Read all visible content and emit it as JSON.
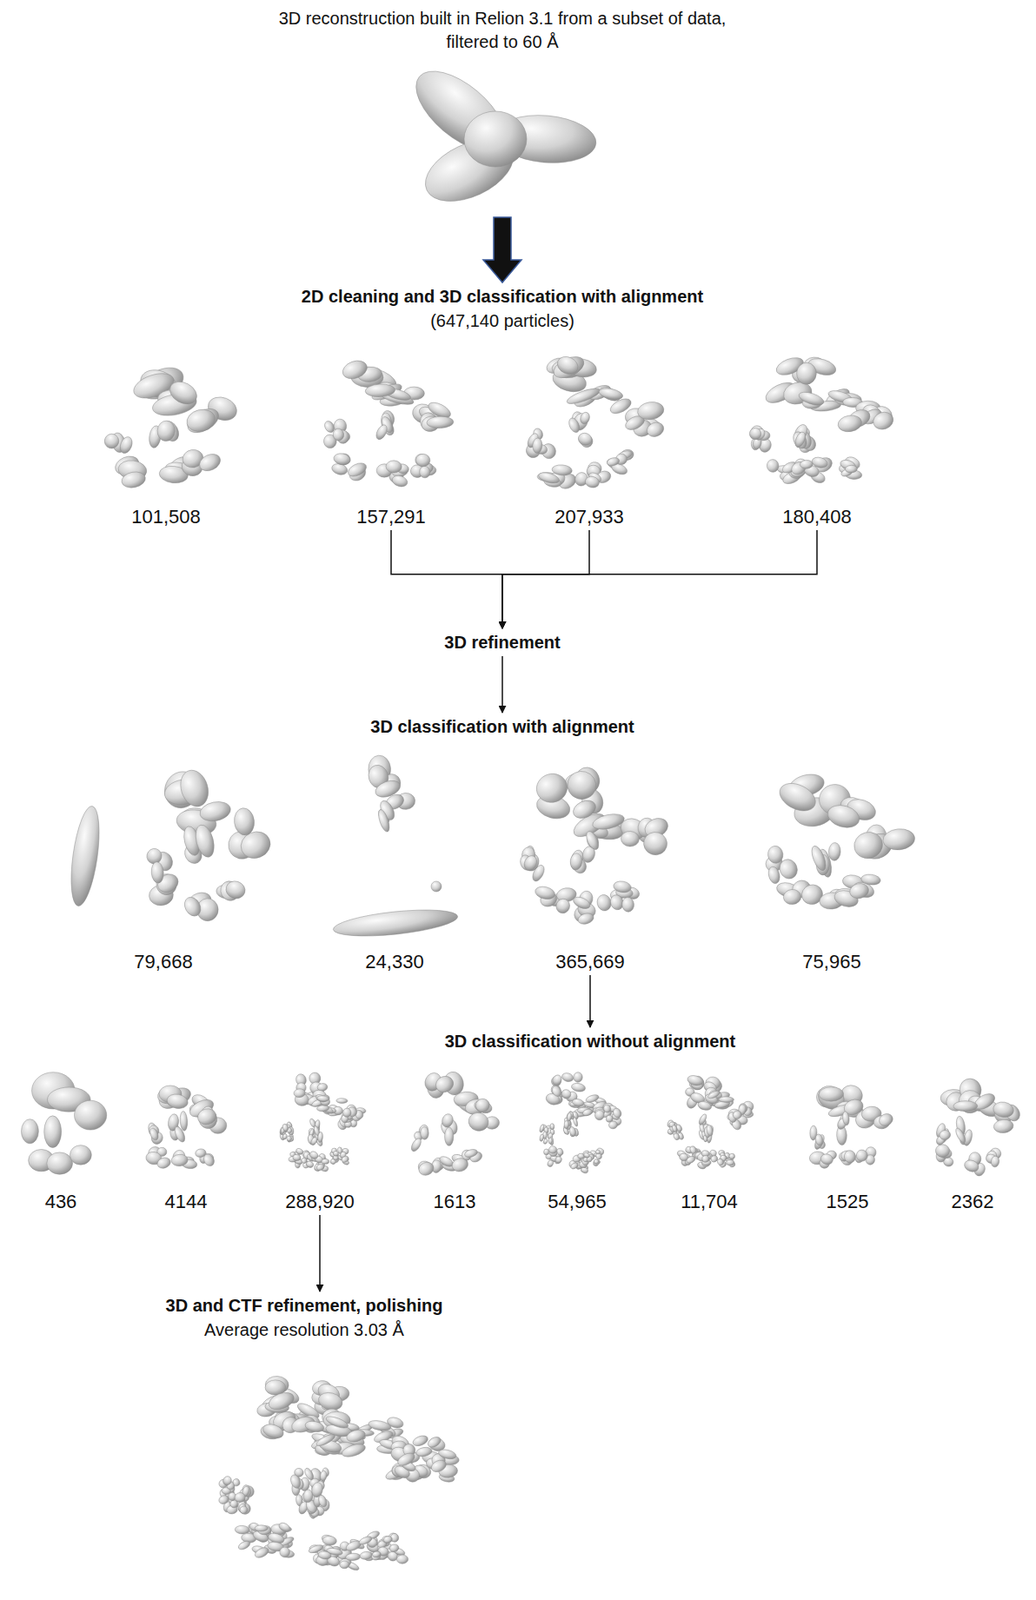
{
  "diagram": {
    "nodes": [
      {
        "text": [
          "3D reconstruction built in Relion 3.1 from a subset of data, filtered to 60 Å"
        ]
      },
      {
        "text": [
          "2D cleaning and 3D classification with alignment",
          "(647,140 particles)"
        ]
      },
      {
        "text": [
          "101,508"
        ]
      },
      {
        "text": [
          "157,291"
        ]
      },
      {
        "text": [
          "207,933"
        ]
      },
      {
        "text": [
          "180,408"
        ]
      },
      {
        "text": [
          "3D refinement"
        ]
      },
      {
        "text": [
          "3D classification with alignment"
        ]
      },
      {
        "text": [
          "79,668"
        ]
      },
      {
        "text": [
          "24,330"
        ]
      },
      {
        "text": [
          "365,669"
        ]
      },
      {
        "text": [
          "75,965"
        ]
      },
      {
        "text": [
          "3D classification without alignment"
        ]
      },
      {
        "text": [
          "436"
        ]
      },
      {
        "text": [
          "4144"
        ]
      },
      {
        "text": [
          "288,920"
        ]
      },
      {
        "text": [
          "1613"
        ]
      },
      {
        "text": [
          "54,965"
        ]
      },
      {
        "text": [
          "11,704"
        ]
      },
      {
        "text": [
          "1525"
        ]
      },
      {
        "text": [
          "2362"
        ]
      },
      {
        "text": [
          "3D and CTF refinement, polishing",
          "Average resolution 3.03 Å"
        ]
      }
    ],
    "edges": [
      {
        "from": 0,
        "to": 1,
        "arrow": "to"
      },
      {
        "from": 3,
        "to": 6,
        "arrow": "to"
      },
      {
        "from": 4,
        "to": 6,
        "arrow": "to"
      },
      {
        "from": 5,
        "to": 6,
        "arrow": "to"
      },
      {
        "from": 6,
        "to": 7,
        "arrow": "to"
      },
      {
        "from": 10,
        "to": 12,
        "arrow": "to"
      },
      {
        "from": 15,
        "to": 21,
        "arrow": "to"
      }
    ]
  }
}
